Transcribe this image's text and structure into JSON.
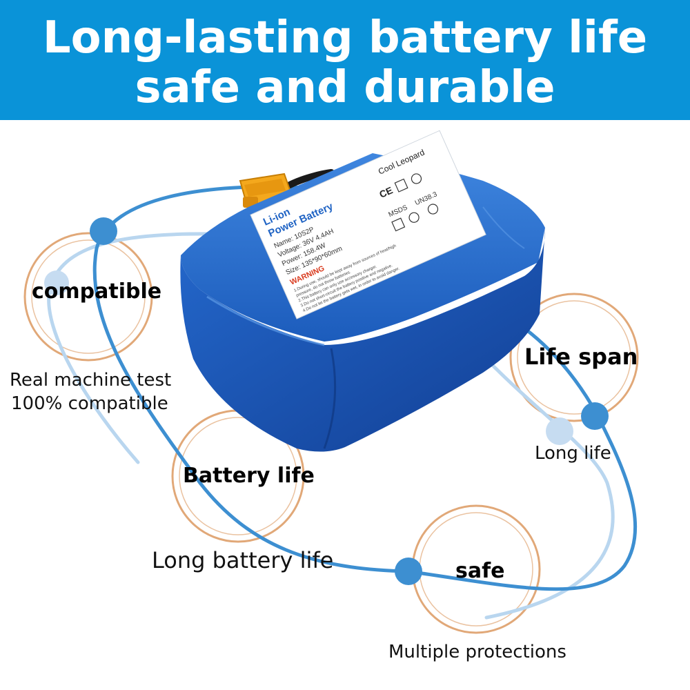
{
  "banner": {
    "line1": "Long-lasting battery life",
    "line2": "safe and durable",
    "background_color": "#0a93d8"
  },
  "features": [
    {
      "title": "compatible",
      "description_line1": "Real machine test",
      "description_line2": "100% compatible"
    },
    {
      "title": "Battery life",
      "description": "Long battery life"
    },
    {
      "title": "Life span",
      "description": "Long life"
    },
    {
      "title": "safe",
      "description": "Multiple protections"
    }
  ],
  "battery": {
    "label_title_1": "Li-ion",
    "label_title_2": "Power Battery",
    "brand": "Cool Leopard",
    "spec_name": "Name: 10S2P",
    "spec_voltage": "Voltage: 36V  4.4AH",
    "spec_power": "Power: 158.4W",
    "spec_size": "Size: 135*90*60mm",
    "warning_title": "WARNING",
    "warning_line1": "1.During use, should be kept away from sources of heat/high",
    "warning_line2": "pressure, do not throw batteries.",
    "warning_line3": "2.This battery can only use accessory charger.",
    "warning_line4": "3.Do not short-circuit the battery positive and negative.",
    "warning_line5": "4.Do not let the battery gets wet, in order to avoid danger.",
    "cert_msds": "MSDS",
    "cert_un": "UN38.3",
    "cert_ce": "CE",
    "body_color": "#1f63c4",
    "connector_color": "#f4a81d"
  },
  "colors": {
    "ring": "#e1a878",
    "curve_dark": "#3d8fd1",
    "curve_light": "#b9d6ef",
    "dot_dark": "#3d8fd1",
    "dot_light": "#c6dcf1"
  }
}
